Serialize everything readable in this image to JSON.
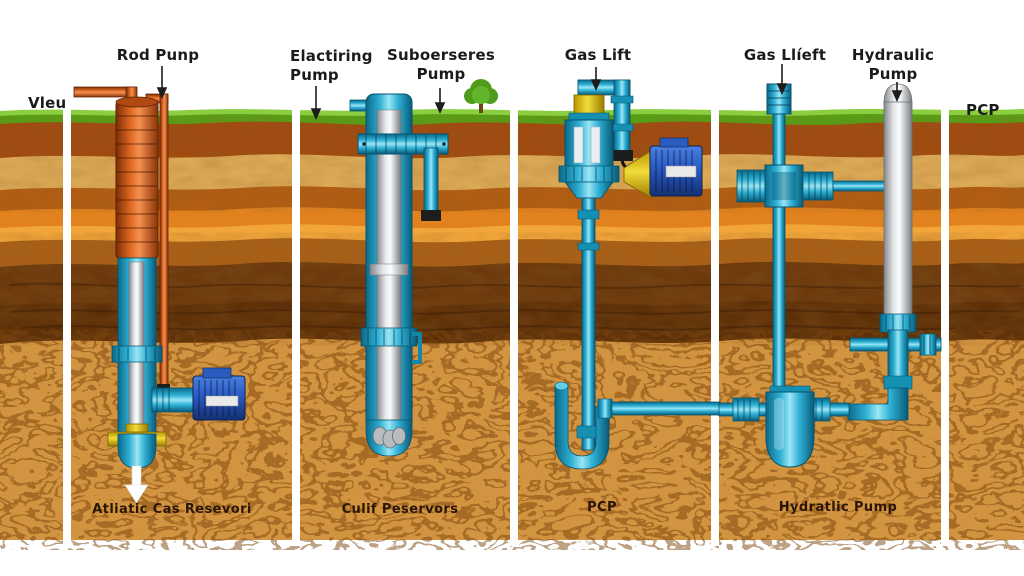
{
  "figure": {
    "title": "Artificial lift methods soil cross-section illustration",
    "top_labels": {
      "view": "Vleu",
      "rod_pump": "Rod Punp",
      "electric_pump": "Elactiring\nPump",
      "submersible_pump": "Suboerseres\nPump",
      "gas_lift": "Gas Lift",
      "gas_lift_2": "Gas Llíeft",
      "hydraulic_pump": "Hydraulic\nPump",
      "pcp": "PCP"
    },
    "bottom_labels": {
      "reservoir_1": "Atliatic Cas Resevori",
      "reservoir_2": "Culif Peservors",
      "pcp": "PCP",
      "hydraulic_pump": "Hydratlic Pump"
    },
    "colors": {
      "grass": "#57a016",
      "topsoil_rust": "#a04a10",
      "sand_khaki": "#ddab57",
      "clay_orange": "#e2821e",
      "deep_brown": "#6a380c",
      "reservoir_gold": "#d29440",
      "pipe_teal": "#2fb0d4",
      "rod_copper": "#e06a22",
      "motor_blue": "#2a5ac4",
      "valve_yellow": "#f2dc3a",
      "casing_silver": "#e6e8ea"
    }
  }
}
